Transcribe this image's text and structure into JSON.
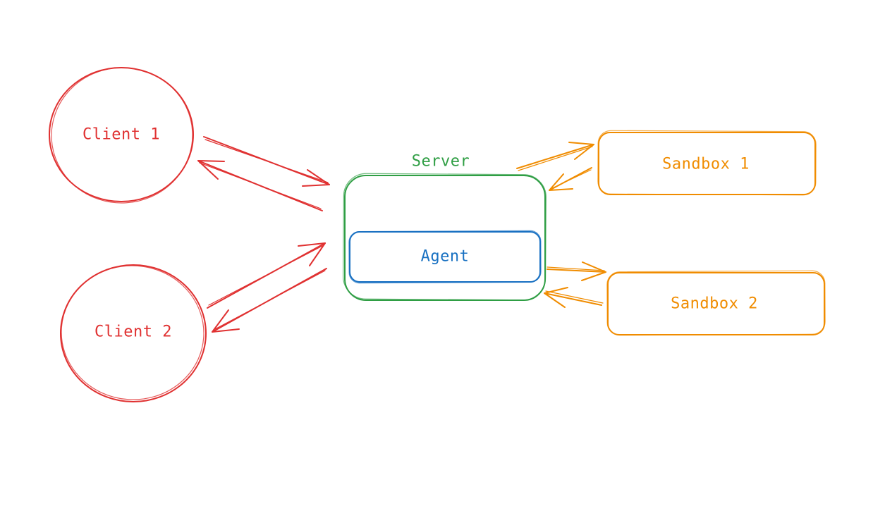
{
  "colors": {
    "client": "#e03131",
    "server": "#2f9e44",
    "agent": "#1971c2",
    "sandbox": "#f08c00"
  },
  "nodes": {
    "client_1": "Client 1",
    "client_2": "Client 2",
    "server": "Server",
    "agent": "Agent",
    "sandbox_1": "Sandbox 1",
    "sandbox_2": "Sandbox 2"
  },
  "edges": [
    {
      "from": "Client 1",
      "to": "Server"
    },
    {
      "from": "Server",
      "to": "Client 1"
    },
    {
      "from": "Client 2",
      "to": "Server"
    },
    {
      "from": "Server",
      "to": "Client 2"
    },
    {
      "from": "Server",
      "to": "Sandbox 1"
    },
    {
      "from": "Sandbox 1",
      "to": "Server"
    },
    {
      "from": "Server",
      "to": "Sandbox 2"
    },
    {
      "from": "Sandbox 2",
      "to": "Server"
    }
  ]
}
